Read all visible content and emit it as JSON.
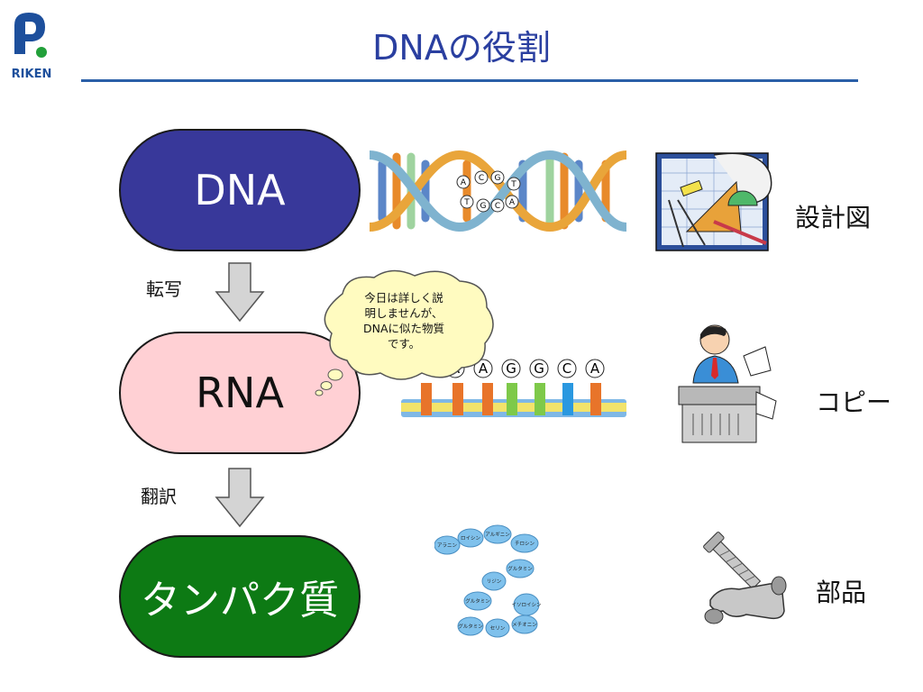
{
  "header": {
    "title": "DNAの役割"
  },
  "logo": {
    "text": "RIKEN"
  },
  "flow": {
    "dna": "DNA",
    "transcription": "転写",
    "rna": "RNA",
    "translation": "翻訳",
    "protein": "タンパク質"
  },
  "callout": {
    "lines": [
      "今日は詳しく説",
      "明しませんが、",
      "DNAに似た物質",
      "です。"
    ]
  },
  "analogies": {
    "blueprint": "設計図",
    "copy": "コピー",
    "parts": "部品"
  },
  "dna_bases": [
    "A",
    "C",
    "G",
    "T",
    "T",
    "G",
    "C",
    "A"
  ],
  "rna_bases": [
    "A",
    "A",
    "G",
    "G",
    "C",
    "A"
  ],
  "amino_acids": [
    "アラニン",
    "ロイシン",
    "アルギニン",
    "チロシン",
    "リジン",
    "グルタミン",
    "グルタミン",
    "イソロイシン",
    "グルタミン",
    "セリン",
    "メチオニン"
  ],
  "colors": {
    "title": "#2a3fa0",
    "dna_pill": "#38389a",
    "rna_pill": "#ffd0d4",
    "protein_pill": "#0d7a14",
    "rule": "#2a5fa8",
    "bubble": "#fffbc0"
  }
}
